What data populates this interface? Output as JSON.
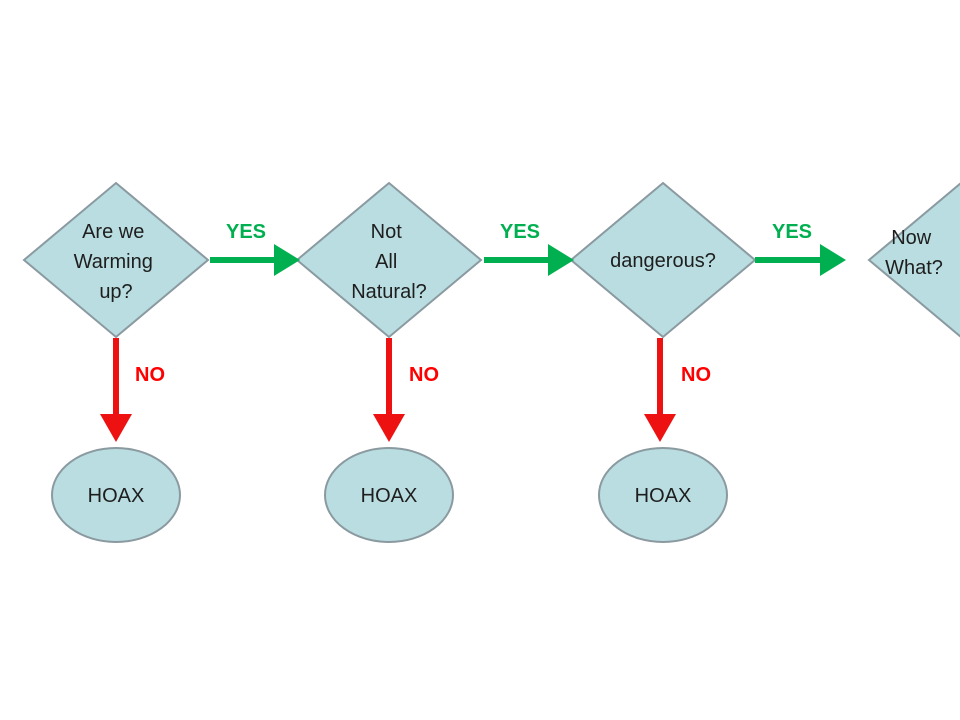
{
  "decisions": [
    {
      "lines": [
        "Are we",
        "Warming",
        "up?"
      ]
    },
    {
      "lines": [
        "Not",
        "All",
        "Natural?"
      ]
    },
    {
      "lines": [
        "dangerous?"
      ]
    },
    {
      "lines": [
        "Now",
        "What?"
      ]
    }
  ],
  "yes_label": "YES",
  "no_label": "NO",
  "outcome_label": "HOAX",
  "colors": {
    "shape_fill": "#b9dde0",
    "shape_stroke": "#8a9aa0",
    "yes": "#00b050",
    "no": "#ee1111"
  }
}
